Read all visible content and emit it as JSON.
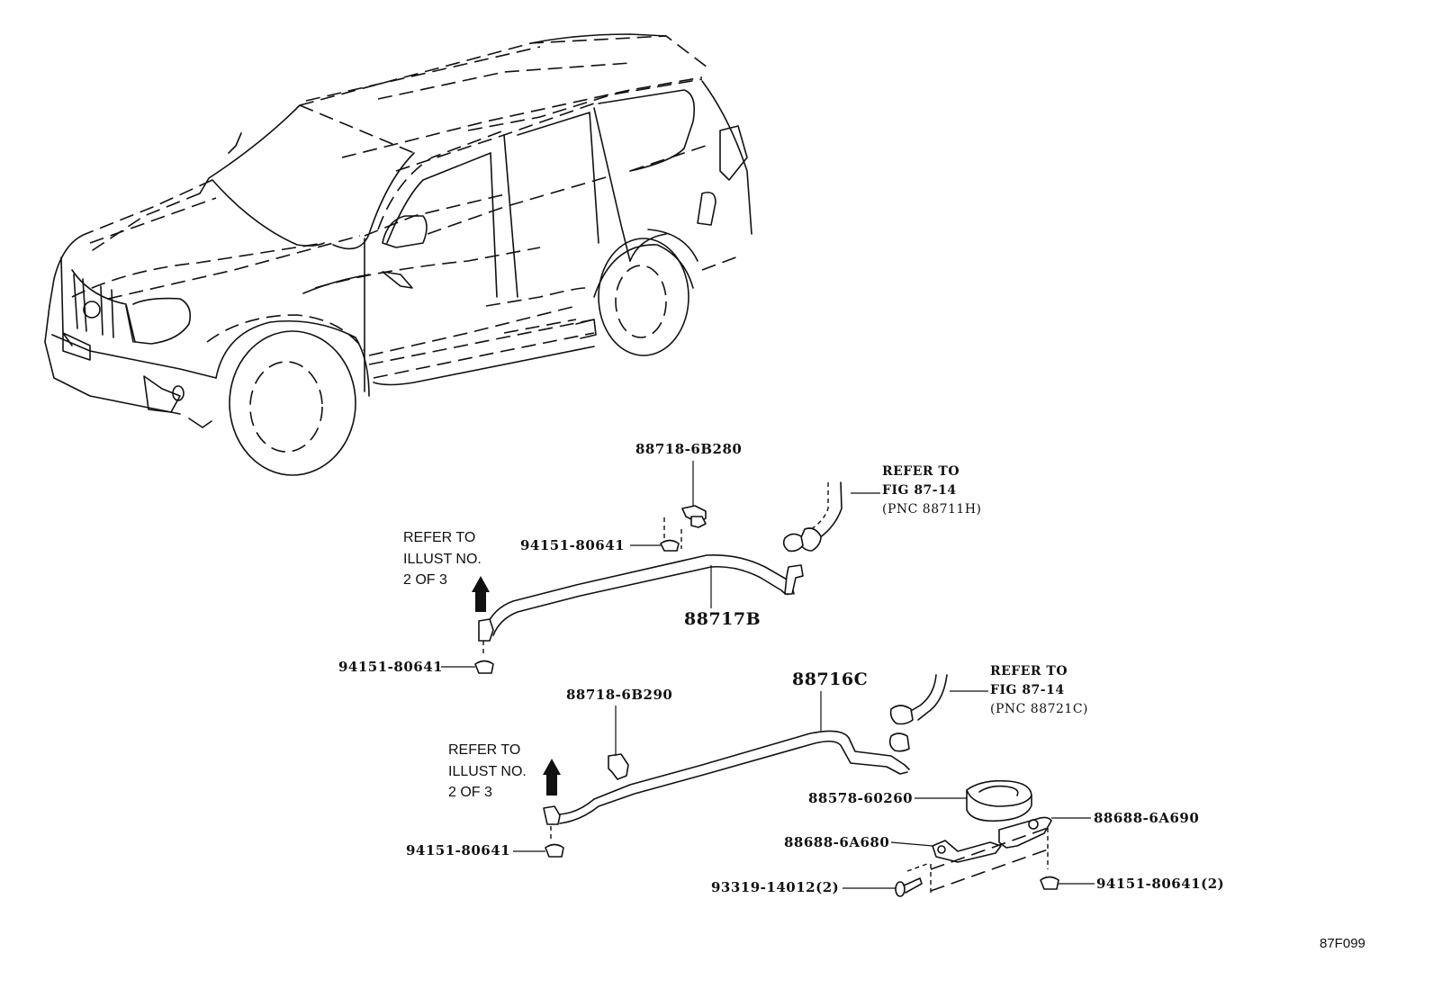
{
  "figure_id": "87F099",
  "callouts": {
    "clamp_upper": "88718-6B280",
    "nut_upper_mid": "94151-80641",
    "nut_upper_left": "94151-80641",
    "pipe_upper": "88717B",
    "clamp_lower": "88718-6B290",
    "pipe_lower": "88716C",
    "nut_lower_left": "94151-80641",
    "grommet": "88578-60260",
    "bracket_left": "88688-6A680",
    "bracket_right": "88688-6A690",
    "screw": "93319-14012(2)",
    "nut_lower_right": "94151-80641(2)"
  },
  "refer_fig_upper": {
    "line1": "REFER TO",
    "line2": "FIG 87-14",
    "line3": "(PNC 88711H)"
  },
  "refer_fig_lower": {
    "line1": "REFER TO",
    "line2": "FIG 87-14",
    "line3": "(PNC 88721C)"
  },
  "refer_illust_upper": {
    "line1": "REFER TO",
    "line2": "ILLUST NO.",
    "line3": "2 OF 3"
  },
  "refer_illust_lower": {
    "line1": "REFER TO",
    "line2": "ILLUST NO.",
    "line3": "2 OF 3"
  }
}
